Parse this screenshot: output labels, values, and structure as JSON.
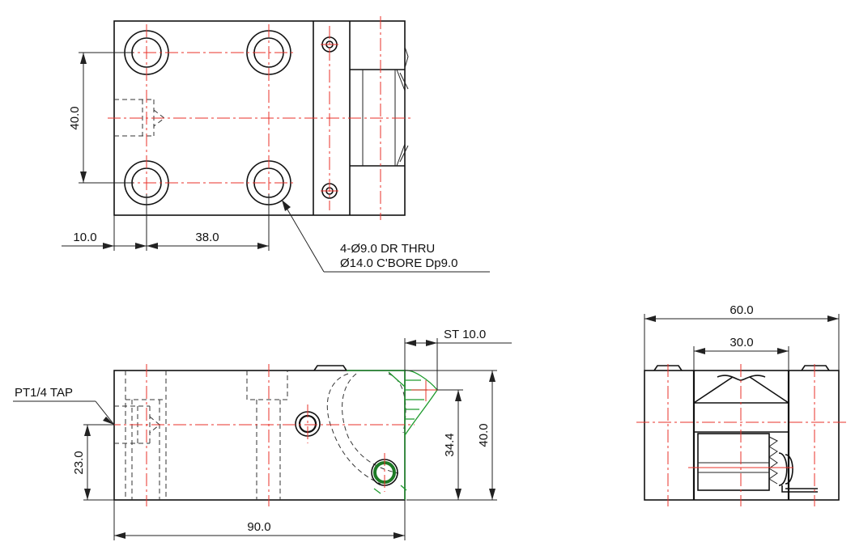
{
  "dimensions": {
    "top_view_height": "40.0",
    "top_view_left_offset": "10.0",
    "top_view_hole_spacing": "38.0",
    "side_view_tap_height": "23.0",
    "side_view_length": "90.0",
    "side_view_stroke_inner": "34.4",
    "side_view_height": "40.0",
    "stroke": "ST  10.0",
    "end_view_width": "60.0",
    "end_view_inner": "30.0"
  },
  "notes": {
    "hole_callout_line1": "4-Ø9.0 DR THRU",
    "hole_callout_line2": "Ø14.0 C'BORE Dp9.0",
    "port_callout": "PT1/4 TAP"
  },
  "colors": {
    "outline": "#111111",
    "center_line": "#e8302a",
    "motion_path": "#1d9a2c"
  }
}
